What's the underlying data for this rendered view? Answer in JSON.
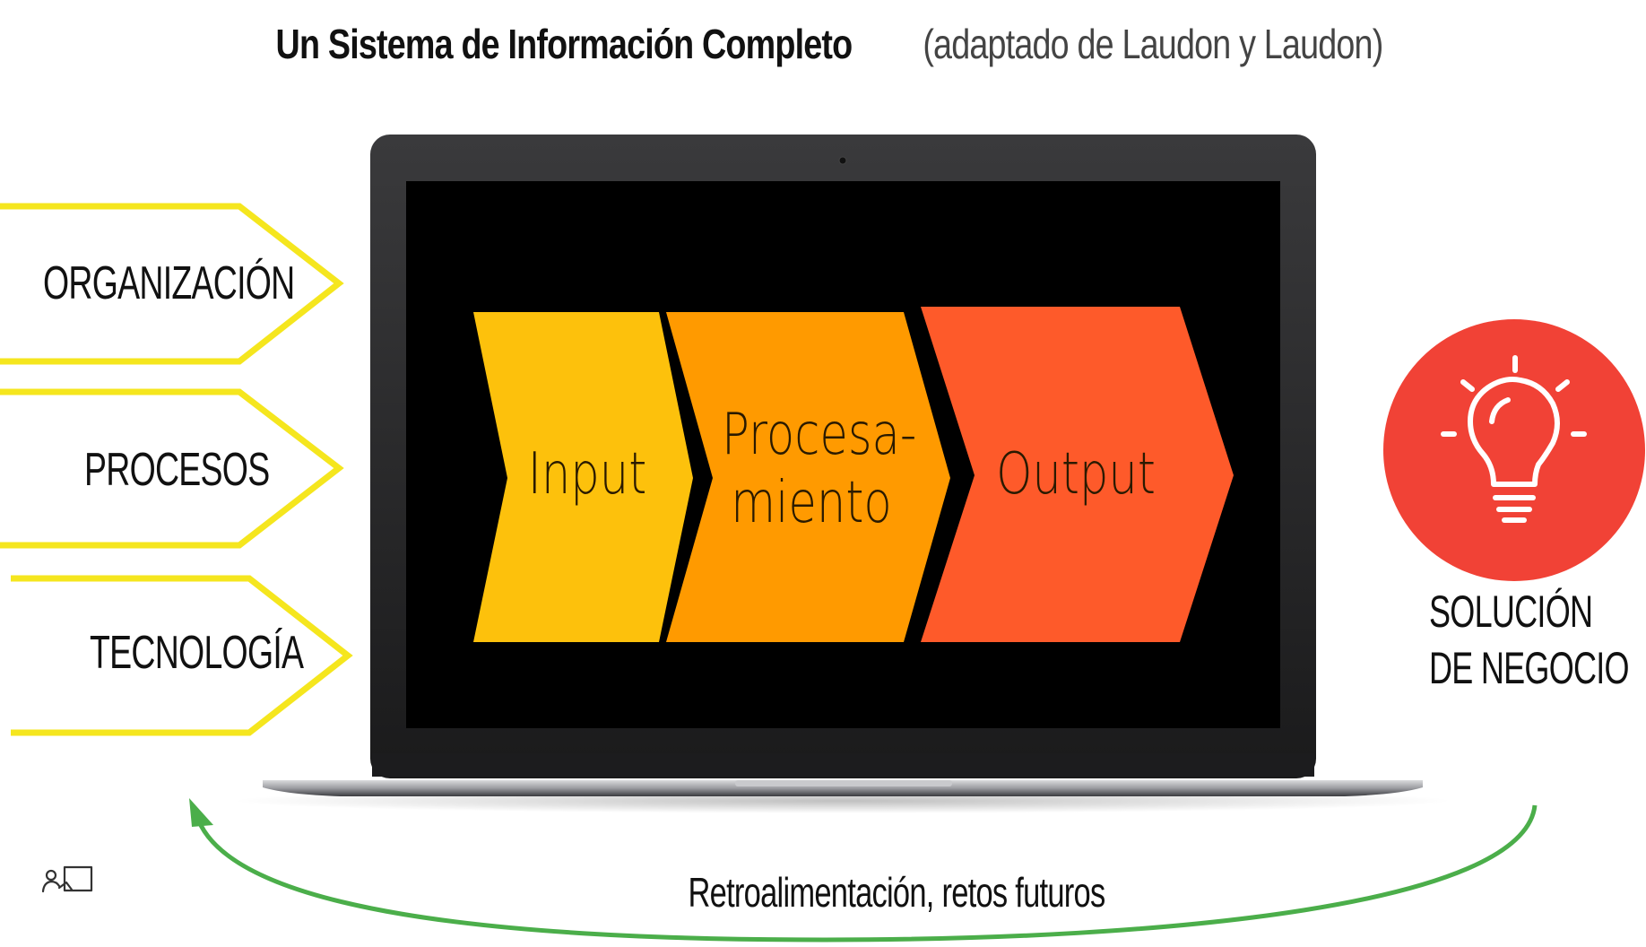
{
  "title": {
    "main": "Un Sistema de Información Completo",
    "sub": "(adaptado de Laudon y Laudon)"
  },
  "dimensions": [
    {
      "label": "ORGANIZACIÓN"
    },
    {
      "label": "PROCESOS"
    },
    {
      "label": "TECNOLOGÍA"
    }
  ],
  "flow": [
    {
      "lines": [
        "Input"
      ],
      "color": "#FDC10C"
    },
    {
      "lines": [
        "Procesa-",
        "miento"
      ],
      "color": "#FF9A00"
    },
    {
      "lines": [
        "Output"
      ],
      "color": "#FE5A2A"
    }
  ],
  "solution": {
    "line1": "SOLUCIÓN",
    "line2": "DE NEGOCIO",
    "icon": "lightbulb-icon",
    "color": "#F14236"
  },
  "feedback": {
    "label": "Retroalimentación, retos futuros",
    "color": "#4BAE4A"
  },
  "colors": {
    "dimension_outline": "#F5E61E",
    "laptop_frame": "#2b2b2d",
    "screen": "#000000"
  },
  "corner_icon": "presenter-icon"
}
